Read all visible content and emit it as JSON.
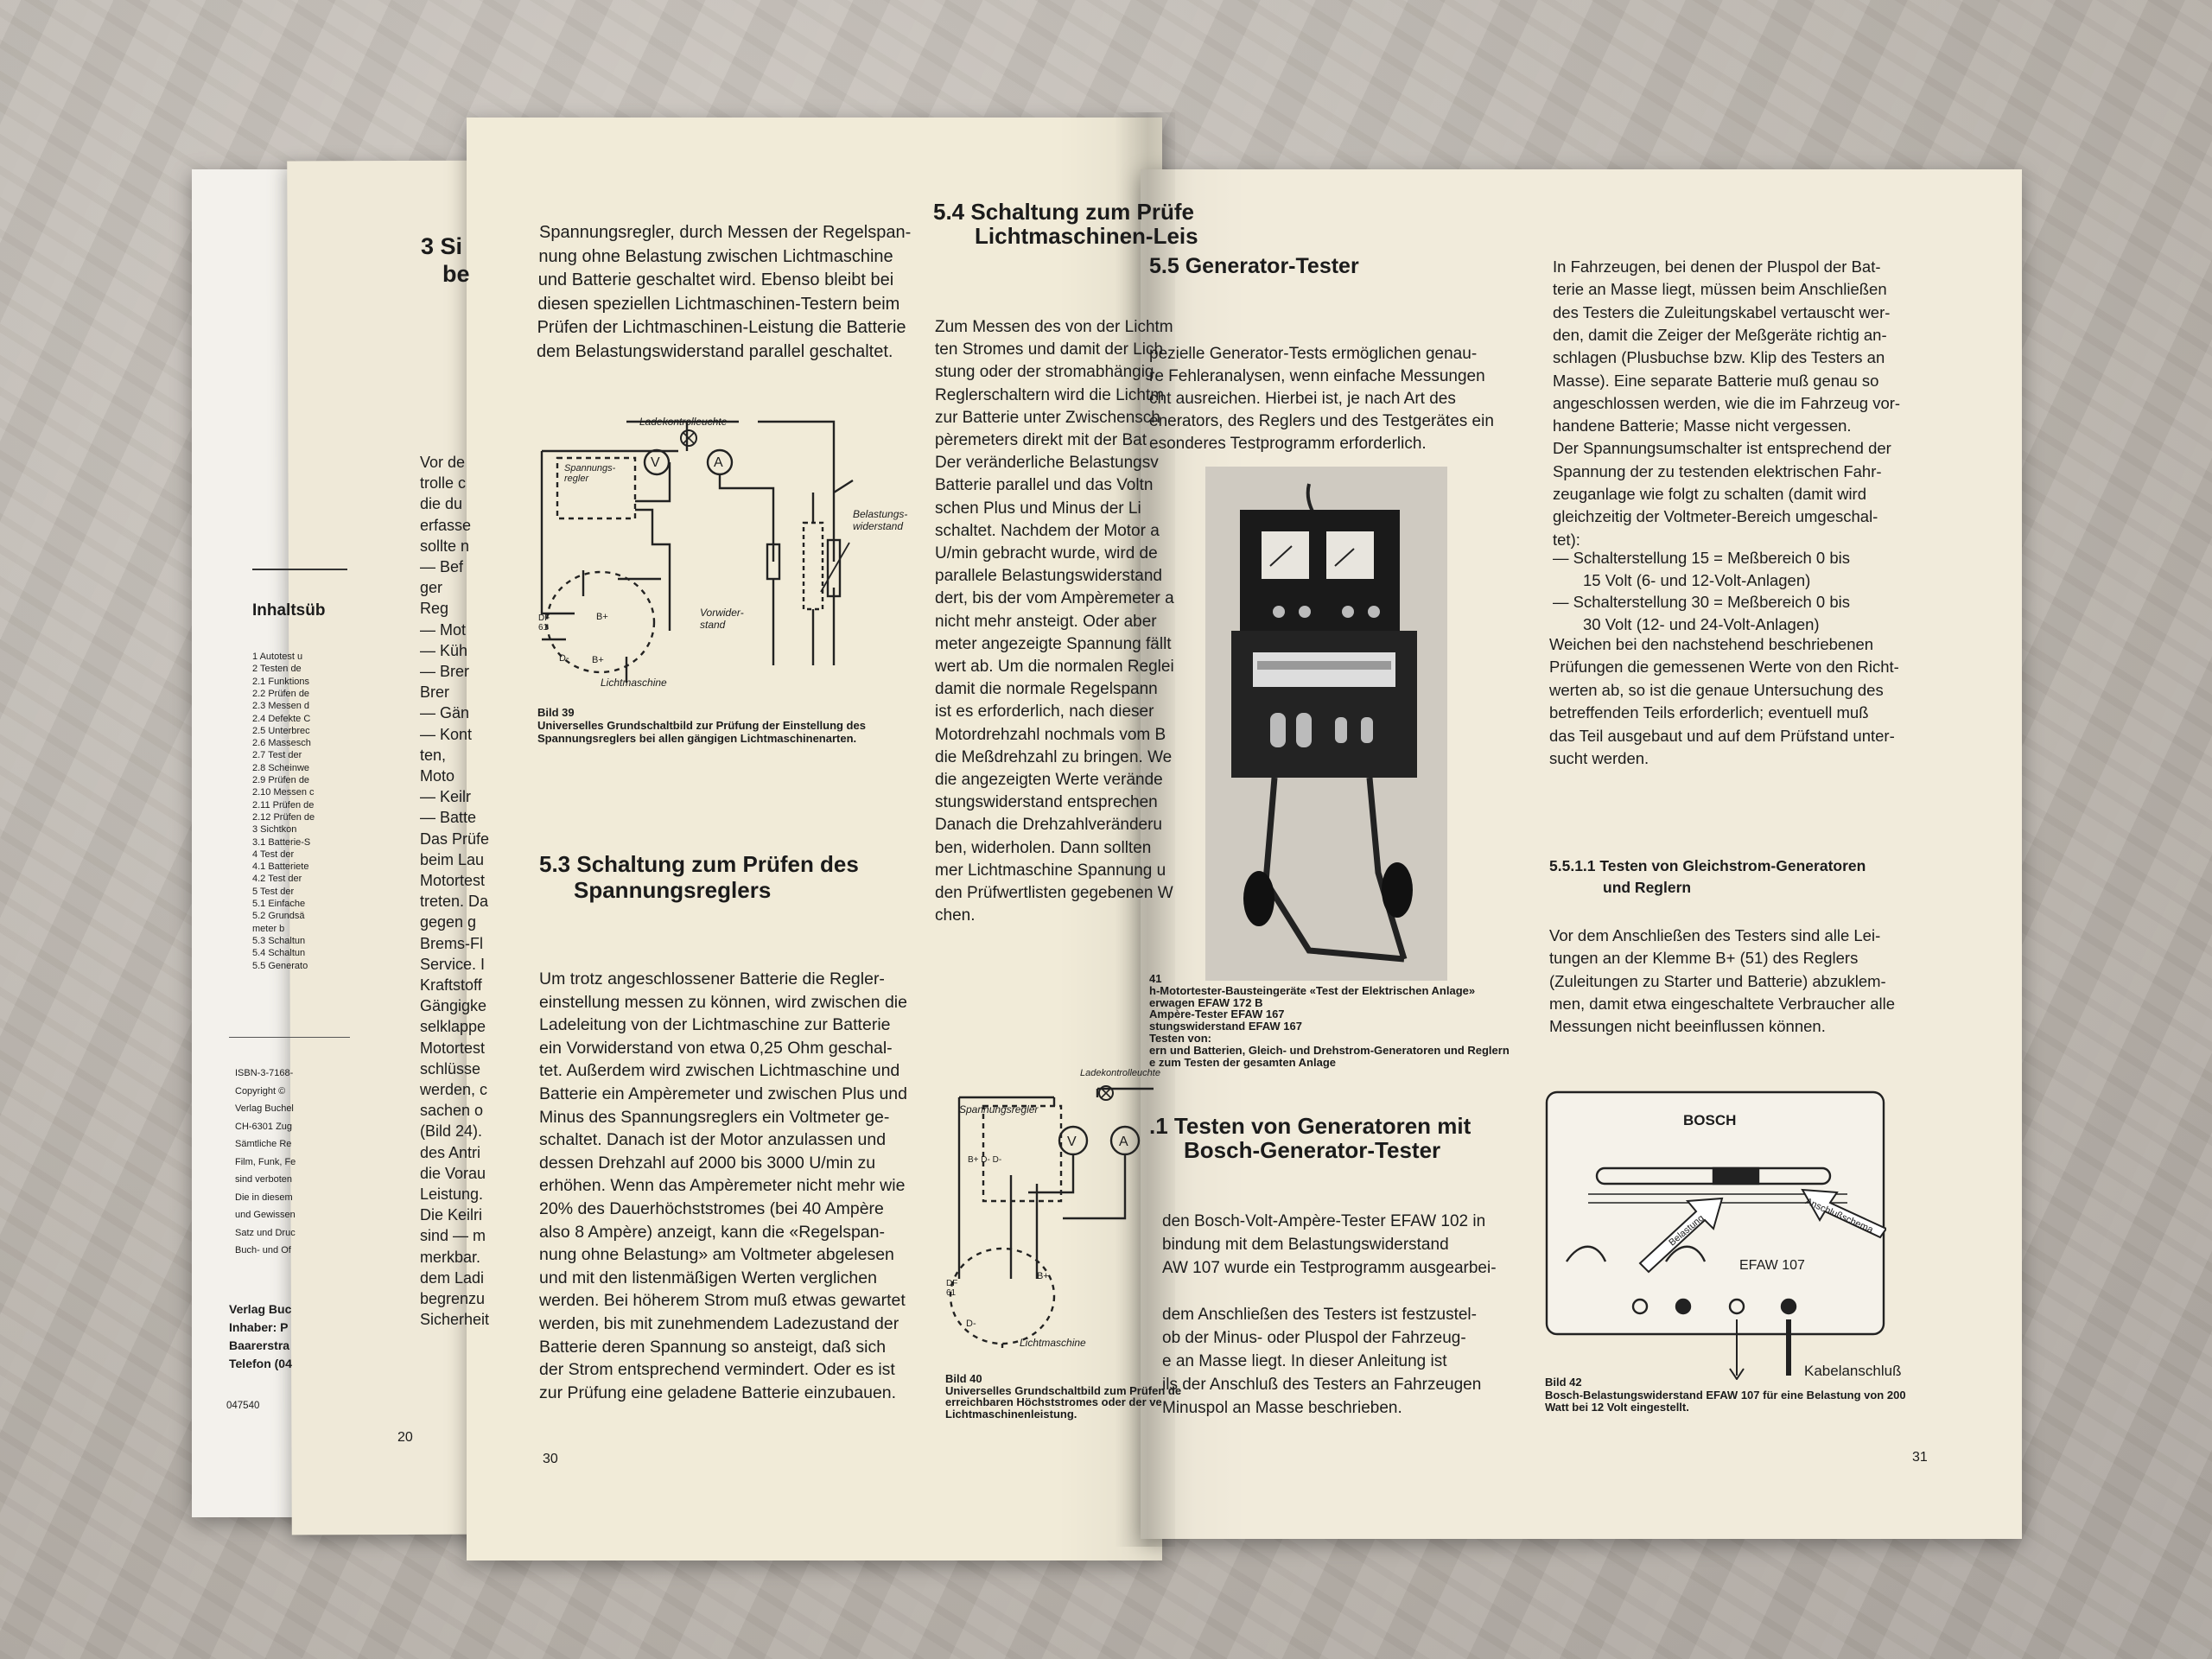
{
  "back_page": {
    "heading": [
      "3 Si",
      "be"
    ],
    "lines": [
      "Vor de",
      "trolle c",
      "die du",
      "erfasse",
      "sollte n",
      "— Bef",
      "ger",
      "Reg",
      "— Mot",
      "— Küh",
      "— Brer",
      "Brer",
      "— Gän",
      "— Kont",
      "ten,",
      "Moto",
      "— Keilr",
      "— Batte",
      "Das Prüfe",
      "beim Lau",
      "Motortest",
      "treten. Da",
      "gegen g",
      "Brems-Fl",
      "Service. I",
      "Kraftstoff",
      "Gängigke",
      "selklappe",
      "Motortest",
      "schlüsse",
      "werden, c",
      "sachen o",
      "(Bild 24).",
      "des Antri",
      "die Vorau",
      "Leistung.",
      "Die Keilri",
      "sind — m",
      "merkbar.",
      "dem Ladi",
      "begrenzu",
      "Sicherheit"
    ],
    "toc_title": "Inhaltsüb",
    "toc": [
      "1  Autotest u",
      "2  Testen de",
      "2.1 Funktions",
      "2.2 Prüfen de",
      "2.3 Messen d",
      "2.4 Defekte C",
      "2.5 Unterbrec",
      "2.6 Massesch",
      "2.7 Test der",
      "2.8 Scheinwe",
      "2.9 Prüfen de",
      "2.10 Messen c",
      "2.11 Prüfen de",
      "2.12 Prüfen de",
      "3  Sichtkon",
      "3.1 Batterie-S",
      "4  Test der",
      "4.1 Batteriete",
      "4.2 Test der",
      "5  Test der",
      "5.1 Einfache",
      "5.2 Grundsä",
      "meter b",
      "5.3 Schaltun",
      "5.4 Schaltun",
      "5.5 Generato"
    ],
    "imprint": [
      "ISBN-3-7168-",
      "Copyright ©",
      "Verlag Buchel",
      "CH-6301 Zug",
      "Sämtliche Re",
      "Film, Funk, Fe",
      "sind verboten",
      "Die in diesem",
      "und Gewissen",
      "Satz und Druc",
      "Buch- und Of"
    ],
    "publisher": [
      "Verlag Buc",
      "Inhaber: P",
      "Baarerstra",
      "Telefon (04"
    ],
    "code": "047540",
    "page_number": "20"
  },
  "left_page": {
    "top_lines": [
      "Spannungsregler, durch Messen der Regelspan-",
      "nung ohne Belastung zwischen Lichtmaschine",
      "und Batterie geschaltet wird. Ebenso bleibt bei",
      "diesen speziellen Lichtmaschinen-Testern beim",
      "Prüfen der Lichtmaschinen-Leistung die Batterie",
      "dem Belastungswiderstand parallel geschaltet."
    ],
    "diagram39_labels": {
      "lamp": "Ladekontrolleuchte",
      "regler": "Spannungs-\nregler",
      "v": "V",
      "a": "A",
      "load": "Belastungs-\nwiderstand",
      "vorw": "Vorwider-\nstand",
      "lm": "Lichtmaschine",
      "b": "B+",
      "df": "DF\n61",
      "d": "D-",
      "bv": "B+"
    },
    "fig39_caption": [
      "Bild 39",
      "Universelles Grundschaltbild zur Prüfung der Einstellung des",
      "Spannungsreglers bei allen gängigen Lichtmaschinenarten."
    ],
    "sec53_title": [
      "5.3 Schaltung zum Prüfen des",
      "Spannungsreglers"
    ],
    "sec53_lines": [
      "Um trotz angeschlossener Batterie die Regler-",
      "einstellung messen zu können, wird zwischen die",
      "Ladeleitung von der Lichtmaschine zur Batterie",
      "ein Vorwiderstand von etwa 0,25 Ohm geschal-",
      "tet. Außerdem wird zwischen Lichtmaschine und",
      "Batterie ein Ampèremeter und zwischen Plus und",
      "Minus des Spannungsreglers ein Voltmeter ge-",
      "schaltet. Danach ist der Motor anzulassen und",
      "dessen Drehzahl auf 2000 bis 3000 U/min zu",
      "erhöhen. Wenn das Ampèremeter nicht mehr wie",
      "20% des Dauerhöchststromes (bei 40 Ampère",
      "also 8 Ampère) anzeigt, kann die «Regelspan-",
      "nung ohne Belastung» am Voltmeter abgelesen",
      "und mit den listenmäßigen Werten verglichen",
      "werden. Bei höherem Strom muß etwas gewartet",
      "werden, bis mit zunehmendem Ladezustand der",
      "Batterie deren Spannung so ansteigt, daß sich",
      "der Strom entsprechend vermindert. Oder es ist",
      "zur Prüfung eine geladene Batterie einzubauen."
    ],
    "page_number": "30",
    "sec54_title": [
      "5.4 Schaltung zum Prüfe",
      "Lichtmaschinen-Leis"
    ],
    "sec54_lines": [
      "Zum Messen des von der Lichtm",
      "ten Stromes und damit der Lich",
      "stung oder der stromabhängig",
      "Reglerschaltern wird die Lichtm",
      "zur Batterie unter Zwischensch",
      "pèremeters direkt mit der Bat",
      "Der veränderliche Belastungsv",
      "Batterie parallel und das Voltn",
      "schen Plus und Minus der Li",
      "schaltet. Nachdem der Motor a",
      "U/min gebracht wurde, wird de",
      "parallele Belastungswiderstand",
      "dert, bis der vom Ampèremeter a",
      "nicht mehr ansteigt. Oder aber",
      "meter angezeigte Spannung fällt",
      "wert ab. Um die normalen Reglei",
      "damit die normale Regelspann",
      "ist es erforderlich, nach dieser",
      "Motordrehzahl nochmals vom B",
      "die Meßdrehzahl zu bringen. We",
      "die angezeigten Werte verände",
      "stungswiderstand entsprechen",
      "Danach die Drehzahlveränderu",
      "ben, widerholen. Dann sollten",
      "mer Lichtmaschine Spannung u",
      "den Prüfwertlisten gegebenen W",
      "chen."
    ],
    "diagram40_labels": {
      "lamp": "Ladekontrolleuchte",
      "regler": "Spannungsregler",
      "v": "V",
      "a": "A",
      "lm": "Lichtmaschine",
      "b": "B+",
      "bd": "B+ D- D-",
      "df": "DF\n61",
      "d": "D-"
    },
    "fig40_caption": [
      "Bild 40",
      "Universelles Grundschaltbild zum Prüfen de",
      "erreichbaren Höchststromes oder der ve",
      "Lichtmaschinenleistung."
    ]
  },
  "right_page": {
    "sec55_title": "5.5 Generator-Tester",
    "sec55_lines": [
      "pezielle Generator-Tests ermöglichen genau-",
      "re Fehleranalysen, wenn einfache Messungen",
      "cht ausreichen. Hierbei ist, je nach Art des",
      "enerators, des Reglers und des Testgerätes ein",
      "esonderes Testprogramm erforderlich."
    ],
    "fig41_caption": [
      "41",
      "h-Motortester-Bausteingeräte «Test der Elektrischen Anlage»",
      "erwagen EFAW 172 B",
      "Ampère-Tester EFAW 167",
      "stungswiderstand EFAW 167",
      "Testen von:",
      "ern und Batterien, Gleich- und Drehstrom-Generatoren und Reglern",
      "e zum Testen der gesamten Anlage"
    ],
    "sec551_title": [
      ".1 Testen von Generatoren mit",
      "Bosch-Generator-Tester"
    ],
    "sec551_lines": [
      "den Bosch-Volt-Ampère-Tester EFAW 102 in",
      "bindung mit dem Belastungswiderstand",
      "AW 107 wurde ein Testprogramm ausgearbei-",
      "",
      "dem Anschließen des Testers ist festzustel-",
      "ob der Minus- oder Pluspol der Fahrzeug-",
      "e an Masse liegt. In dieser Anleitung ist",
      "ils der Anschluß des Testers an Fahrzeugen",
      "Minuspol an Masse beschrieben."
    ],
    "col2_lines": [
      "In Fahrzeugen, bei denen der Pluspol der Bat-",
      "terie an Masse liegt, müssen beim Anschließen",
      "des Testers die Zuleitungskabel vertauscht wer-",
      "den, damit die Zeiger der Meßgeräte richtig an-",
      "schlagen (Plusbuchse bzw. Klip des Testers an",
      "Masse). Eine separate Batterie muß genau so",
      "angeschlossen werden, wie die im Fahrzeug vor-",
      "handene Batterie; Masse nicht vergessen.",
      "Der Spannungsumschalter ist entsprechend der",
      "Spannung der zu testenden elektrischen Fahr-",
      "zeuganlage wie folgt zu schalten (damit wird",
      "gleichzeitig der Voltmeter-Bereich umgeschal-",
      "tet):"
    ],
    "list_lines": [
      "—  Schalterstellung 15 = Meßbereich 0 bis",
      "15 Volt (6- und 12-Volt-Anlagen)",
      "—  Schalterstellung 30 = Meßbereich 0 bis",
      "30 Volt (12- und 24-Volt-Anlagen)"
    ],
    "col2_lines_b": [
      "Weichen bei den nachstehend beschriebenen",
      "Prüfungen die gemessenen Werte von den Richt-",
      "werten ab, so ist die genaue Untersuchung des",
      "betreffenden Teils erforderlich; eventuell muß",
      "das Teil ausgebaut und auf dem Prüfstand unter-",
      "sucht werden."
    ],
    "sec5511_title": [
      "5.5.1.1 Testen von Gleichstrom-Generatoren",
      "und Reglern"
    ],
    "sec5511_lines": [
      "Vor dem Anschließen des Testers sind alle Lei-",
      "tungen an der Klemme B+ (51) des Reglers",
      "(Zuleitungen zu Starter und Batterie) abzuklem-",
      "men, damit etwa eingeschaltete Verbraucher alle",
      "Messungen nicht beeinflussen können."
    ],
    "fig42_labels": {
      "brand": "BOSCH",
      "model": "EFAW 107",
      "arrow1": "Belastung",
      "arrow2": "Anschlußschema",
      "cable": "Kabelanschluß"
    },
    "fig42_caption": [
      "Bild 42",
      "Bosch-Belastungswiderstand EFAW 107 für eine Belastung von 200",
      "Watt bei 12 Volt eingestellt."
    ],
    "page_number": "31"
  }
}
